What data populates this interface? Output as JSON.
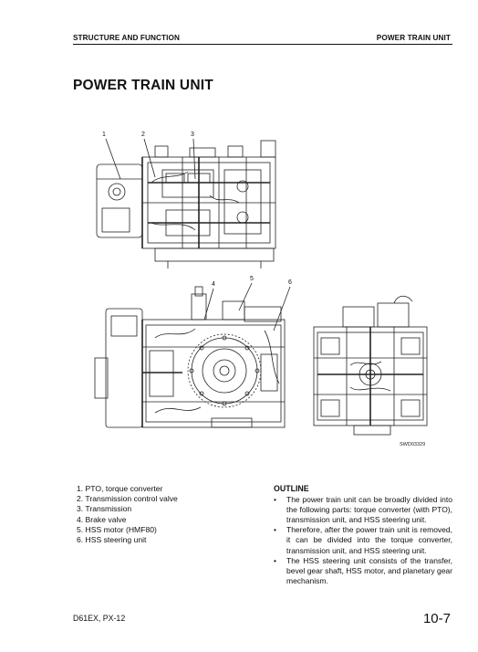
{
  "header": {
    "left": "STRUCTURE AND FUNCTION",
    "right": "POWER TRAIN UNIT"
  },
  "title": "POWER TRAIN UNIT",
  "figure": {
    "callouts": [
      "1",
      "2",
      "3",
      "4",
      "5",
      "6"
    ],
    "code": "SWD03329"
  },
  "legend": [
    "1. PTO, torque converter",
    "2. Transmission control valve",
    "3. Transmission",
    "4. Brake valve",
    "5. HSS motor (HMF80)",
    "6. HSS steering unit"
  ],
  "outline": {
    "title": "OUTLINE",
    "bullet": "•",
    "items": [
      "The power train unit can be broadly divided into the following parts: torque converter (with PTO), transmission unit, and HSS steering unit.",
      "Therefore, after the power train unit is removed, it can be divided into the torque converter, transmission unit, and HSS steering unit.",
      "The HSS steering unit consists of the transfer, bevel gear shaft, HSS motor, and planetary gear mechanism."
    ]
  },
  "footer": {
    "model": "D61EX, PX-12",
    "page": "10-7"
  }
}
